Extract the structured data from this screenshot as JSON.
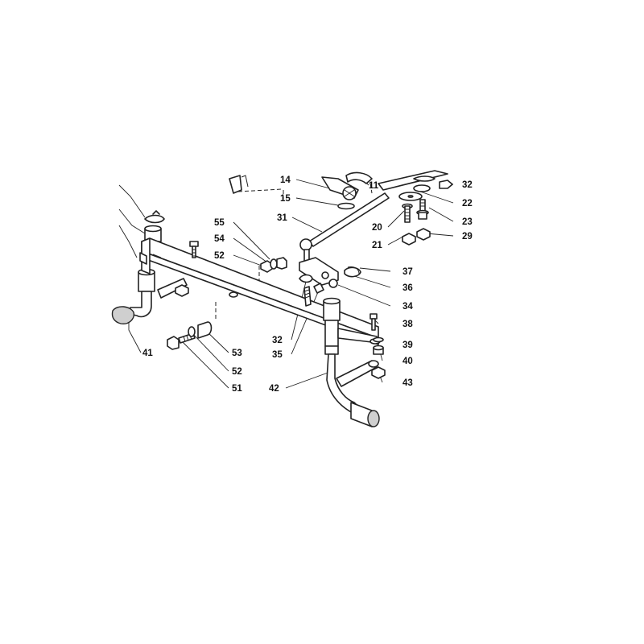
{
  "callouts": [
    {
      "id": "c55",
      "text": "55"
    },
    {
      "id": "c54",
      "text": "54"
    },
    {
      "id": "c52a",
      "text": "52"
    },
    {
      "id": "c14",
      "text": "14"
    },
    {
      "id": "c15",
      "text": "15"
    },
    {
      "id": "c31",
      "text": "31"
    },
    {
      "id": "c11",
      "text": "11"
    },
    {
      "id": "c32a",
      "text": "32"
    },
    {
      "id": "c22",
      "text": "22"
    },
    {
      "id": "c20",
      "text": "20"
    },
    {
      "id": "c23",
      "text": "23"
    },
    {
      "id": "c21",
      "text": "21"
    },
    {
      "id": "c29",
      "text": "29"
    },
    {
      "id": "c37",
      "text": "37"
    },
    {
      "id": "c36",
      "text": "36"
    },
    {
      "id": "c34",
      "text": "34"
    },
    {
      "id": "c38",
      "text": "38"
    },
    {
      "id": "c32b",
      "text": "32"
    },
    {
      "id": "c39",
      "text": "39"
    },
    {
      "id": "c35",
      "text": "35"
    },
    {
      "id": "c40",
      "text": "40"
    },
    {
      "id": "c41",
      "text": "41"
    },
    {
      "id": "c53",
      "text": "53"
    },
    {
      "id": "c52b",
      "text": "52"
    },
    {
      "id": "c42",
      "text": "42"
    },
    {
      "id": "c43",
      "text": "43"
    },
    {
      "id": "c51",
      "text": "51"
    }
  ]
}
